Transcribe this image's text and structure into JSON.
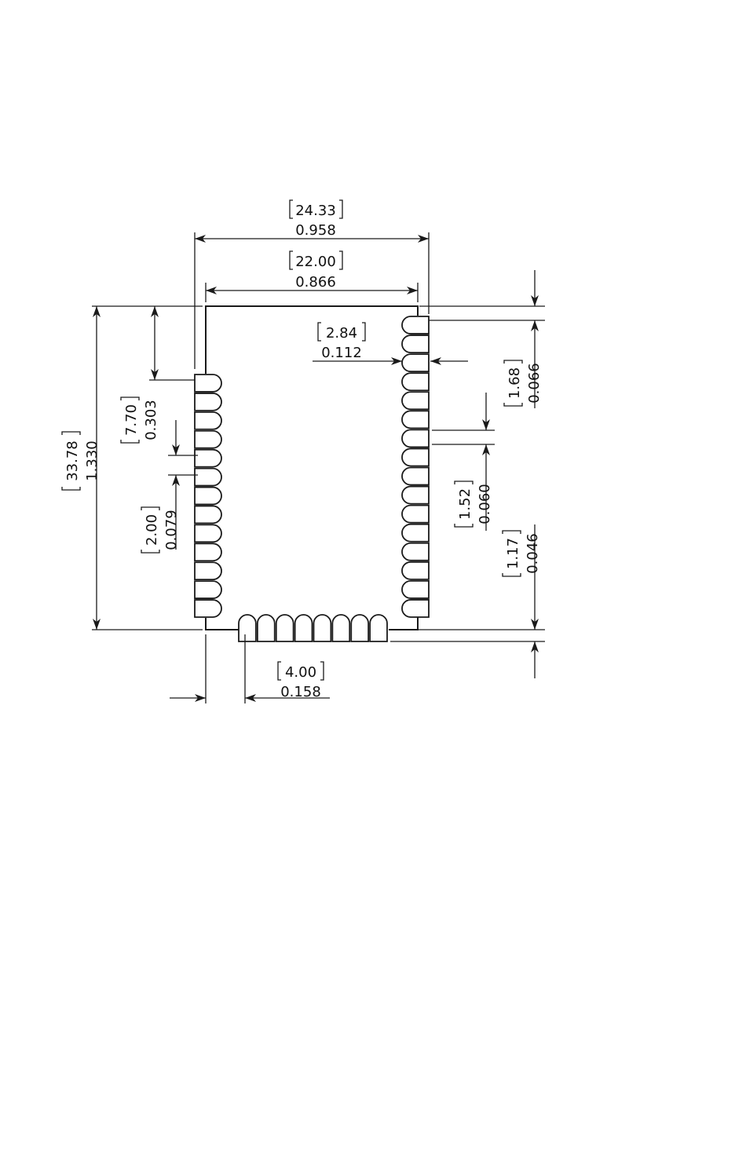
{
  "dimensions": {
    "overall_width": {
      "mm": "24.33",
      "in": "0.958"
    },
    "body_width": {
      "mm": "22.00",
      "in": "0.866"
    },
    "pad_length": {
      "mm": "2.84",
      "in": "0.112"
    },
    "top_pad_offset": {
      "mm": "1.68",
      "in": "0.066"
    },
    "pad_spacing": {
      "mm": "1.52",
      "in": "0.060"
    },
    "bottom_pad_offset": {
      "mm": "1.17",
      "in": "0.046"
    },
    "overall_height": {
      "mm": "33.78",
      "in": "1.330"
    },
    "first_left_pad_offset": {
      "mm": "7.70",
      "in": "0.303"
    },
    "left_pad_pitch": {
      "mm": "2.00",
      "in": "0.079"
    },
    "bottom_pad_edge_offset": {
      "mm": "4.00",
      "in": "0.158"
    }
  },
  "pads": {
    "left_count": 13,
    "right_count": 16,
    "bottom_count": 8
  }
}
